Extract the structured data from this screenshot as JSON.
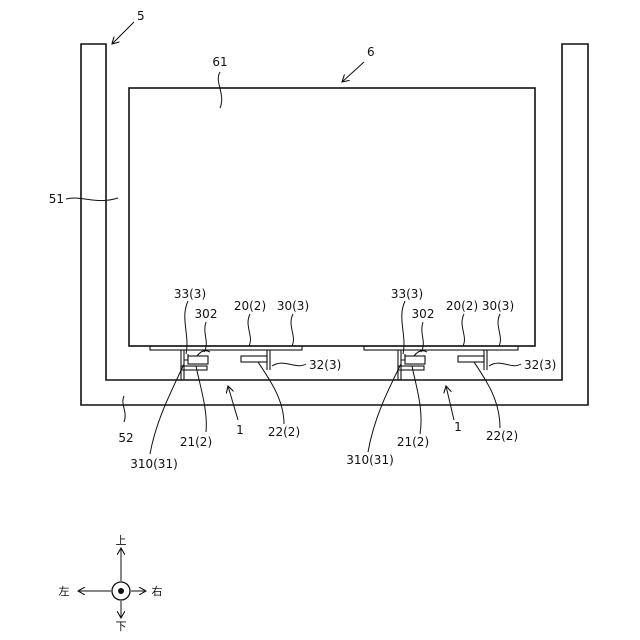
{
  "labels": {
    "l5": "5",
    "l6": "6",
    "l61": "61",
    "l51": "51",
    "l52": "52",
    "left": {
      "l33": "33(3)",
      "l302": "302",
      "l20": "20(2)",
      "l30": "30(3)",
      "l32": "32(3)",
      "l1": "1",
      "l22": "22(2)",
      "l21": "21(2)",
      "l310": "310(31)"
    },
    "right": {
      "l33": "33(3)",
      "l302": "302",
      "l20": "20(2)",
      "l30": "30(3)",
      "l32": "32(3)",
      "l1": "1",
      "l22": "22(2)",
      "l21": "21(2)",
      "l310": "310(31)"
    }
  },
  "directions": {
    "up": "上",
    "down": "下",
    "left": "左",
    "right": "右"
  }
}
